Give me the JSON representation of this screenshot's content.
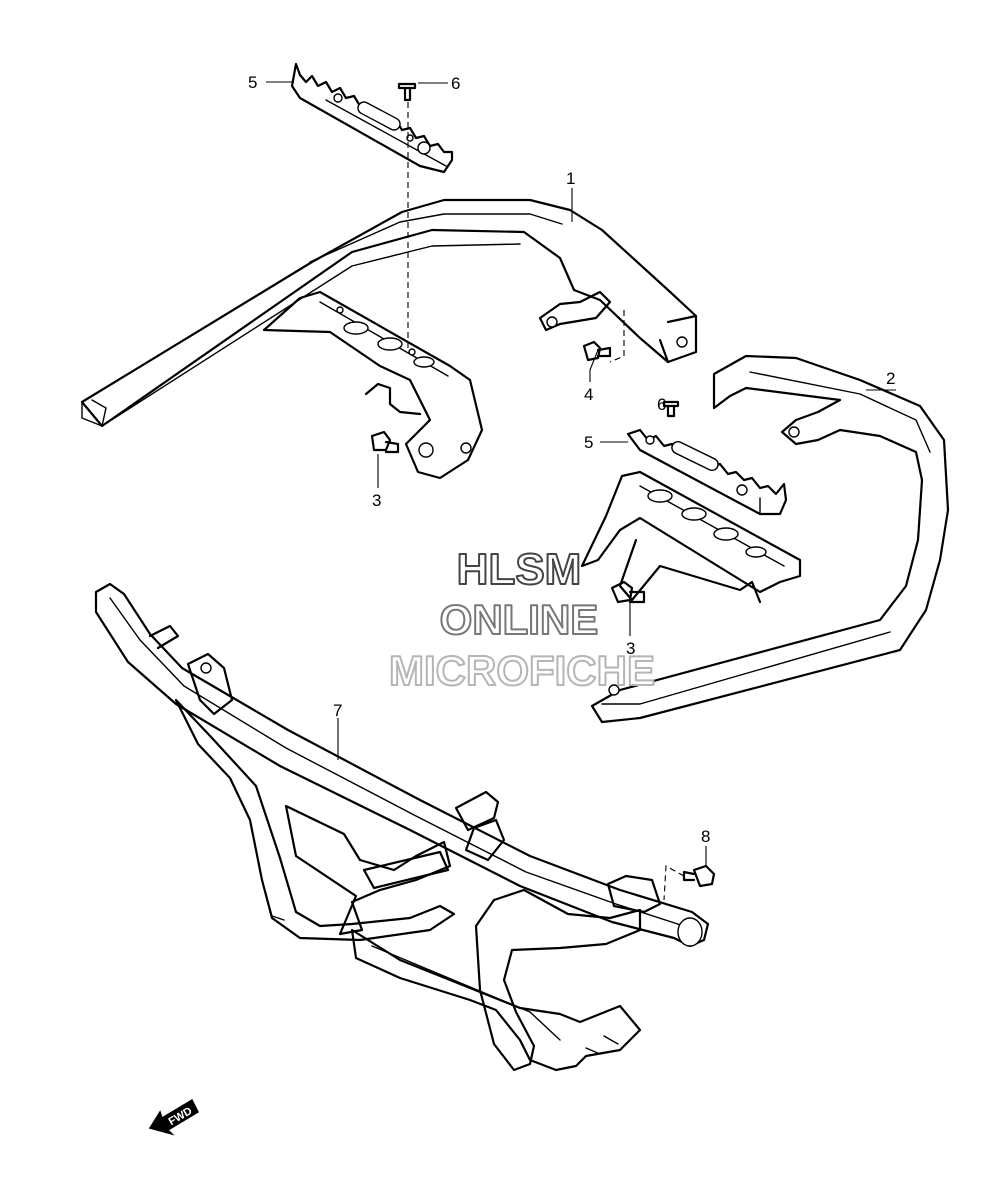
{
  "callouts": [
    {
      "id": "c1",
      "label": "1"
    },
    {
      "id": "c2",
      "label": "2"
    },
    {
      "id": "c3a",
      "label": "3"
    },
    {
      "id": "c3b",
      "label": "3"
    },
    {
      "id": "c4",
      "label": "4"
    },
    {
      "id": "c5a",
      "label": "5"
    },
    {
      "id": "c5b",
      "label": "5"
    },
    {
      "id": "c6a",
      "label": "6"
    },
    {
      "id": "c6b",
      "label": "6"
    },
    {
      "id": "c7",
      "label": "7"
    },
    {
      "id": "c8",
      "label": "8"
    }
  ],
  "watermark": {
    "line1": "HLSM",
    "line2": "ONLINE",
    "line3": "MICROFICHE"
  },
  "fwd_arrow": {
    "label": "FWD",
    "icon": "forward-arrow-icon"
  },
  "colors": {
    "line": "#000000",
    "background": "#ffffff",
    "watermark_stroke_1": "#444444",
    "watermark_stroke_2": "#777777",
    "watermark_stroke_3": "#b5b5b5"
  }
}
